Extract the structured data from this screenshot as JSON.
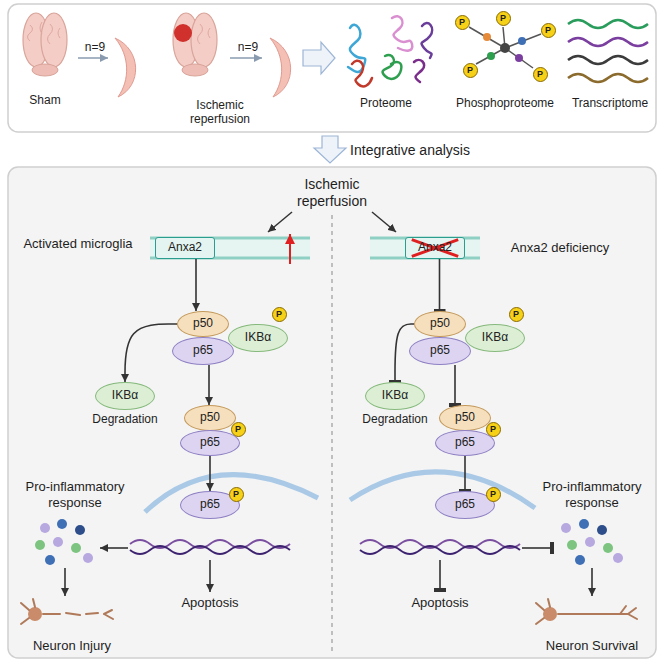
{
  "diagram": {
    "nodes": [
      {
        "text": [
          "P"
        ]
      },
      {
        "text": [
          "P"
        ]
      },
      {
        "text": [
          "P"
        ]
      },
      {
        "text": [
          "P"
        ]
      },
      {
        "text": [
          "P"
        ]
      },
      {
        "text": [
          "Anxa2"
        ]
      },
      {
        "text": [
          "p50"
        ]
      },
      {
        "text": [
          "IKBα"
        ]
      },
      {
        "text": [
          "P"
        ]
      },
      {
        "text": [
          "p65"
        ]
      },
      {
        "text": [
          "IKBα"
        ]
      },
      {
        "text": [
          "p50"
        ]
      },
      {
        "text": [
          "p65"
        ]
      },
      {
        "text": [
          "P"
        ]
      },
      {
        "text": [
          "p65"
        ]
      },
      {
        "text": [
          "P"
        ]
      },
      {
        "text": [
          "Anxa2"
        ]
      },
      {
        "text": [
          "p50"
        ]
      },
      {
        "text": [
          "IKBα"
        ]
      },
      {
        "text": [
          "P"
        ]
      },
      {
        "text": [
          "p65"
        ]
      },
      {
        "text": [
          "IKBα"
        ]
      },
      {
        "text": [
          "p50"
        ]
      },
      {
        "text": [
          "p65"
        ]
      },
      {
        "text": [
          "P"
        ]
      },
      {
        "text": [
          "p65"
        ]
      },
      {
        "text": [
          "P"
        ]
      }
    ],
    "edges": [
      {
        "from": 5,
        "to": 6,
        "arrow": "to"
      },
      {
        "from": 6,
        "to": 10,
        "arrow": "to"
      },
      {
        "from": 9,
        "to": 11,
        "arrow": "to"
      },
      {
        "from": 12,
        "to": 14,
        "arrow": "to"
      },
      {
        "from": 16,
        "to": 17,
        "arrow": "to"
      },
      {
        "from": 17,
        "to": 21,
        "arrow": "to"
      },
      {
        "from": 20,
        "to": 22,
        "arrow": "to"
      },
      {
        "from": 23,
        "to": 25,
        "arrow": "to"
      }
    ],
    "labels": [
      "n=9",
      "Sham",
      "n=9",
      "Ischemic reperfusion",
      "Proteome",
      "Phosphoproteome",
      "Transcriptome",
      "Integrative analysis",
      "Ischemic reperfusion",
      "Activated microglia",
      "Pro-inflammatory response",
      "Apoptosis",
      "Neuron Injury",
      "Anxa2 deficiency",
      "Pro-inflammatory response",
      "Apoptosis",
      "Neuron Survival",
      "Degradation",
      "Degradation"
    ]
  }
}
